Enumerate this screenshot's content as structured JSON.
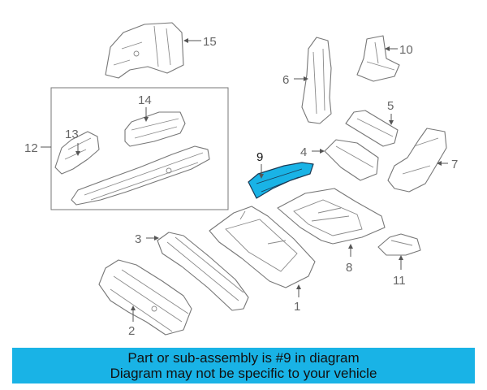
{
  "diagram": {
    "callouts": {
      "p1": "1",
      "p2": "2",
      "p3": "3",
      "p4": "4",
      "p5": "5",
      "p6": "6",
      "p7": "7",
      "p8": "8",
      "p9": "9",
      "p10": "10",
      "p11": "11",
      "p12": "12",
      "p13": "13",
      "p14": "14",
      "p15": "15"
    },
    "highlighted_part": "9",
    "highlight_color": "#19b3e6"
  },
  "banner": {
    "line1": "Part or sub-assembly is #9 in diagram",
    "line2": "Diagram may not be specific to your vehicle",
    "background": "#19b3e6"
  }
}
